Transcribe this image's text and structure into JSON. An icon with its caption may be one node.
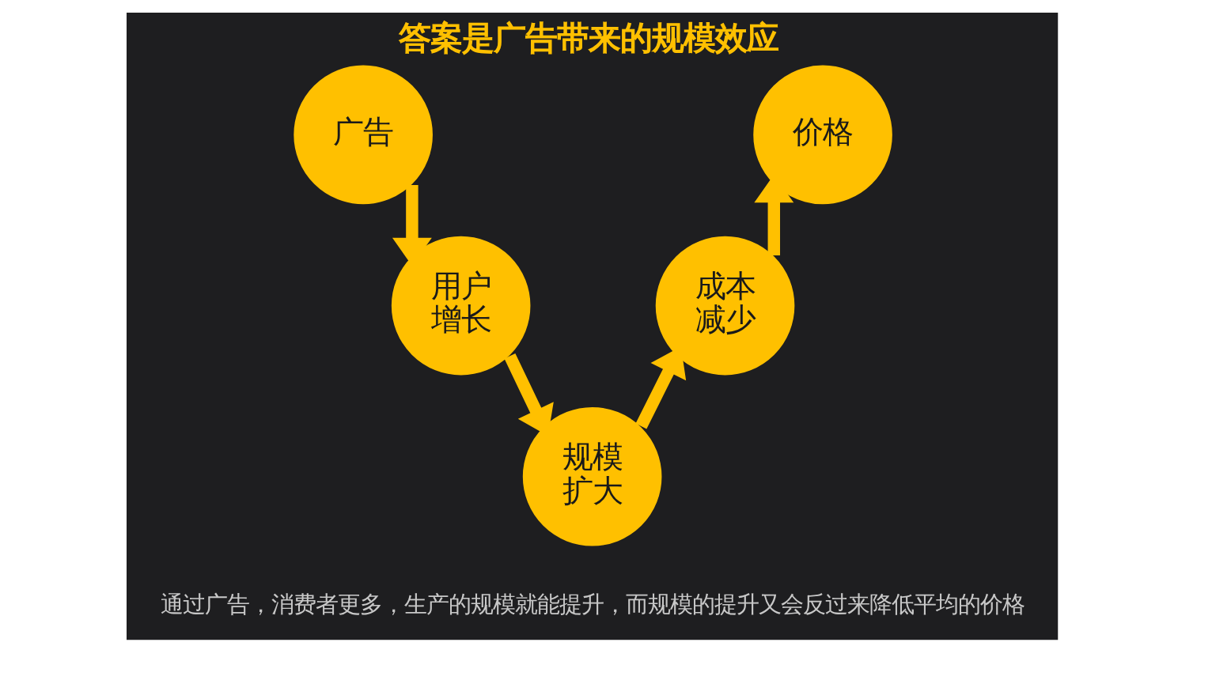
{
  "diagram": {
    "title": "答案是广告带来的规模效应",
    "caption": "通过广告，消费者更多，生产的规模就能提升，而规模的提升又会反过来降低平均的价格",
    "nodes": [
      {
        "text": [
          "广告"
        ]
      },
      {
        "text": [
          "用户增长"
        ]
      },
      {
        "text": [
          "规模扩大"
        ]
      },
      {
        "text": [
          "成本减少"
        ]
      },
      {
        "text": [
          "价格"
        ]
      }
    ],
    "edges": [
      {
        "from": 0,
        "to": 1,
        "arrow": "to"
      },
      {
        "from": 1,
        "to": 2,
        "arrow": "to"
      },
      {
        "from": 2,
        "to": 3,
        "arrow": "to"
      },
      {
        "from": 3,
        "to": 4,
        "arrow": "to"
      }
    ]
  }
}
